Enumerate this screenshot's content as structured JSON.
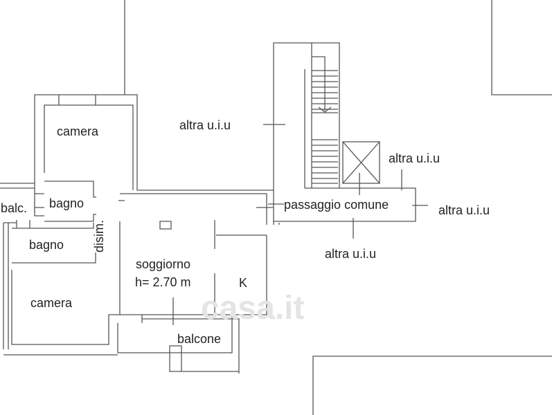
{
  "rooms": {
    "camera_top": "camera",
    "bagno_top": "bagno",
    "balc": "balc.",
    "bagno_bottom": "bagno",
    "disim": "disim.",
    "soggiorno": "soggiorno",
    "height": "h= 2.70 m",
    "kitchen": "K",
    "camera_bottom": "camera",
    "balcone": "balcone",
    "passaggio": "passaggio comune"
  },
  "neighbours": {
    "top_center": "altra u.i.u",
    "right_upper": "altra u.i.u",
    "right": "altra u.i.u",
    "bottom": "altra u.i.u"
  },
  "watermark": "casa.it"
}
